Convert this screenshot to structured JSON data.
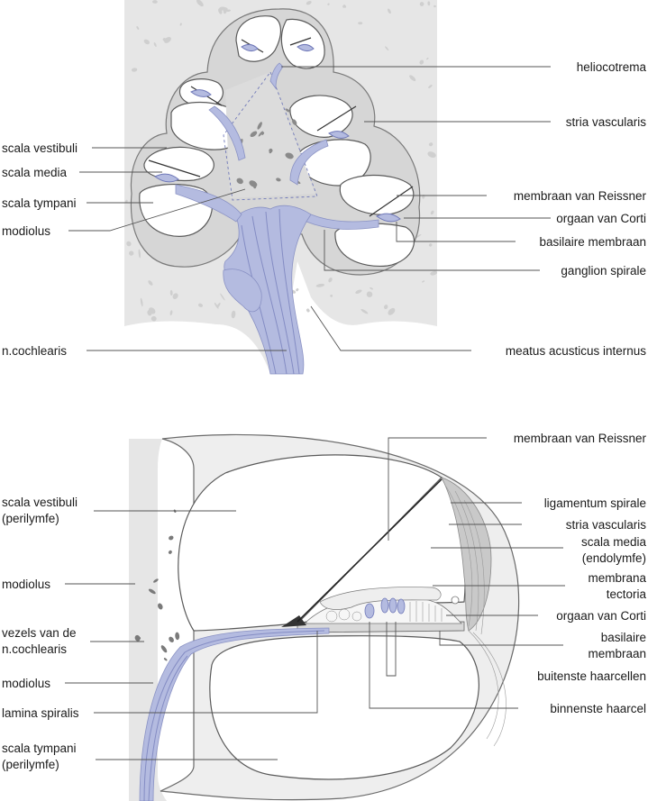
{
  "top_diagram": {
    "left_labels": [
      "scala vestibuli",
      "scala media",
      "scala tympani",
      "modiolus",
      "n.cochlearis"
    ],
    "right_labels": [
      "heliocotrema",
      "stria vascularis",
      "membraan van Reissner",
      "orgaan van Corti",
      "basilaire membraan",
      "ganglion spirale",
      "meatus acusticus internus"
    ]
  },
  "bottom_diagram": {
    "left_labels": [
      [
        "scala vestibuli",
        "(perilymfe)"
      ],
      [
        "modiolus"
      ],
      [
        "vezels van de",
        "n.cochlearis"
      ],
      [
        "modiolus"
      ],
      [
        "lamina spiralis"
      ],
      [
        "scala tympani",
        "(perilymfe)"
      ]
    ],
    "right_labels": [
      [
        "membraan van Reissner"
      ],
      [
        "ligamentum spirale"
      ],
      [
        "stria vascularis"
      ],
      [
        "scala media",
        "(endolymfe)"
      ],
      [
        "membrana",
        "tectoria"
      ],
      [
        "orgaan van Corti"
      ],
      [
        "basilaire",
        "membraan"
      ],
      [
        "buitenste haarcellen"
      ],
      [
        "binnenste haarcel"
      ]
    ]
  },
  "colors": {
    "bone": "#e6e6e6",
    "nerve": "#b4bbe0",
    "accent": "#6f78b8"
  }
}
